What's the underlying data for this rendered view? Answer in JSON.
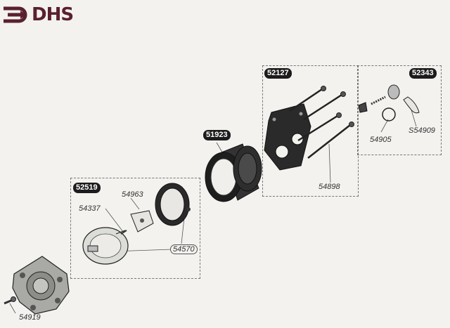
{
  "brand": {
    "name": "DHS",
    "color": "#5a2030"
  },
  "kits": [
    {
      "code": "52519"
    },
    {
      "code": "51923"
    },
    {
      "code": "52127"
    },
    {
      "code": "52343"
    }
  ],
  "parts": [
    {
      "number": "54963"
    },
    {
      "number": "54337"
    },
    {
      "number": "54570"
    },
    {
      "number": "54898"
    },
    {
      "number": "54905"
    },
    {
      "number": "S54909"
    },
    {
      "number": "54919"
    }
  ]
}
